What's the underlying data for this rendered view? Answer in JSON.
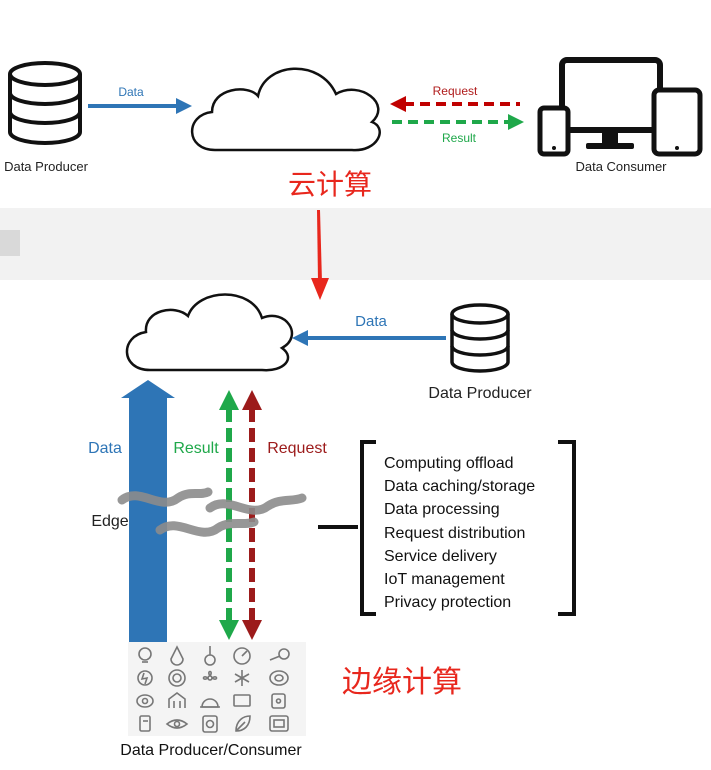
{
  "cloud_diagram": {
    "producer_label": "Data Producer",
    "consumer_label": "Data Consumer",
    "data_label": "Data",
    "request_label": "Request",
    "result_label": "Result"
  },
  "cloud_caption": "云计算",
  "edge_diagram": {
    "data_label": "Data",
    "producer_label": "Data Producer",
    "up_data_label": "Data",
    "result_label": "Result",
    "request_label": "Request",
    "edge_label": "Edge",
    "functions": [
      "Computing offload",
      "Data caching/storage",
      "Data processing",
      "Request distribution",
      "Service delivery",
      "IoT management",
      "Privacy protection"
    ],
    "bottom_label": "Data Producer/Consumer"
  },
  "edge_caption": "边缘计算",
  "colors": {
    "blue": "#2e75b6",
    "red": "#b01c1c",
    "green": "#1fa84a",
    "caption_red": "#e8271d",
    "gray_wave": "#8c8c8c"
  },
  "icons": [
    "bulb-icon",
    "drop-icon",
    "thermometer-icon",
    "gauge-icon",
    "key-icon",
    "power-icon",
    "wifi-icon",
    "fan-icon",
    "snowflake-icon",
    "ring-icon",
    "camera-lens-icon",
    "house-icon",
    "helmet-icon",
    "tv-icon",
    "socket-icon",
    "phone-icon",
    "eye-icon",
    "meter-icon",
    "leaf-icon",
    "screen-icon"
  ]
}
